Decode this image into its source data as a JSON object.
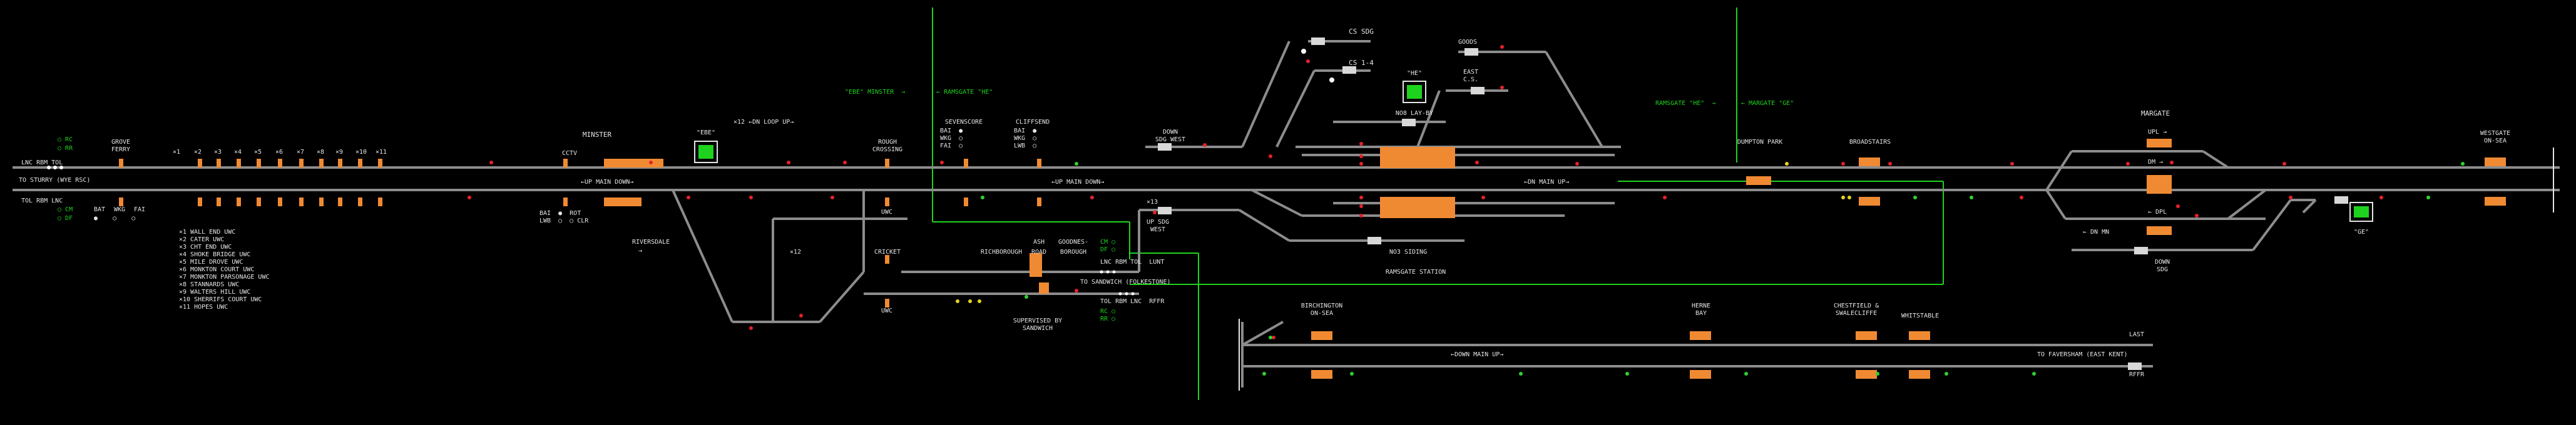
{
  "top_left_indicators": {
    "rc": "RC",
    "rr": "RR",
    "cm": "CM",
    "df": "DF",
    "bat": "BAT",
    "wkg": "WKG",
    "fai": "FAI"
  },
  "lines": {
    "line_up": "LNC RBM TOL",
    "to_sturry": "TO STURRY (WYE RSC)",
    "line_down": "TOL RBM LNC",
    "to_faversham": "TO FAVERSHAM (EAST KENT)",
    "to_sandwich": "TO SANDWICH (FOLKESTONE)"
  },
  "routes": {
    "ebe_minster": "\"EBE\" MINSTER  →",
    "ramsgate_he_1": "← RAMSGATE \"HE\"",
    "ramsgate_he_2": "RAMSGATE \"HE\"  →",
    "margate_ge": "← MARGATE \"GE\""
  },
  "places": {
    "grove_ferry": "GROVE\nFERRY",
    "minster": "MINSTER",
    "cctv": "CCTV",
    "ebe": "\"EBE\"",
    "on_loop_up": "×12 ←DN LOOP UP→",
    "up_main_down": "←UP MAIN DOWN→",
    "riversdale": "RIVERSDALE",
    "minster_ind": "BAI  ●  ROT\nLWB  ○  ○ CLR",
    "ebe_x12": "×12",
    "rough_crossing": "ROUGH\nCROSSING",
    "uwc1": "UWC",
    "sevenscore": "SEVENSCORE",
    "sevenscore_ind": "BAI  ●\nWKG  ○\nFAI  ○",
    "cliffsend": "CLIFFSEND",
    "cliffsend_ind": "BAI  ●\nWKG  ○\nLWB  ○",
    "up_main_down2": "←UP MAIN DOWN→",
    "cricket": "CRICKET",
    "x12b": "×12",
    "ash": "ASH",
    "richborough": "RICHBOROUGH",
    "goodnes": "GOODNES-",
    "road": "ROAD",
    "borough": "BOROUGH",
    "cm_df": "CM ○\nDF ○",
    "lnc_rbm_tol": "LNC RBM TOL  LUNT",
    "tol_rbm_lnc": "TOL RBM LNC  RFFR",
    "rc_rr": "RC ○\nRR ○",
    "supervised": "SUPERVISED BY\nSANDWICH",
    "uwc2": "UWC",
    "down_sdg_west": "DOWN\nSDG WEST",
    "up_sdg_west": "UP SDG\nWEST",
    "x13": "×13",
    "cs_sdg": "CS SDG",
    "cs_1_4": "CS 1-4",
    "he": "\"HE\"",
    "goods": "GOODS",
    "east_cs": "EAST\nC.S.",
    "no8_lay_by": "NO8 LAY-BY",
    "no3_siding": "NO3 SIDING",
    "ramsgate_station": "RAMSGATE STATION",
    "dn_main_up": "←DN MAIN UP→",
    "dumpton_park": "DUMPTON PARK",
    "broadstairs": "BROADSTAIRS",
    "margate": "MARGATE",
    "upl": "UPL →",
    "dm": "DM →",
    "dpl": "← DPL",
    "dn_mn": "← DN MN",
    "down_sdg": "DOWN\nSDG",
    "ge": "\"GE\"",
    "westgate": "WESTGATE\nON-SEA",
    "birchington": "BIRCHINGTON\nON-SEA",
    "herne_bay": "HERNE\nBAY",
    "chestfield": "CHESTFIELD &\nSWALECLIFFE",
    "whitstable": "WHITSTABLE",
    "down_main_up3": "←DOWN MAIN UP→",
    "last": "LAST",
    "rffr": "RFFR"
  },
  "level_crossing_key": [
    "×1 WALL END UWC",
    "×2 CATER UWC",
    "×3 CHT END UWC",
    "×4 SHOKE BRIDGE UWC",
    "×5 MILE DROVE UWC",
    "×6 MONKTON COURT UWC",
    "×7 MONKTON PARSONAGE UWC",
    "×8 STANNARDS UWC",
    "×9 WALTERS HILL UWC",
    "×10 SHERRIFS COURT UWC",
    "×11 HOPES UWC"
  ],
  "crossing_numbers": [
    "×1",
    "×2",
    "×3",
    "×4",
    "×5",
    "×6",
    "×7",
    "×8",
    "×9",
    "×10",
    "×11"
  ],
  "colors": {
    "track": "#8c8c8c",
    "route_line": "#1ed31e",
    "platform": "#f08a32",
    "signal_red": "#e8202a",
    "signal_green": "#2fd12f",
    "signal_yellow": "#e6d21e",
    "text": "#e6e6e6"
  }
}
